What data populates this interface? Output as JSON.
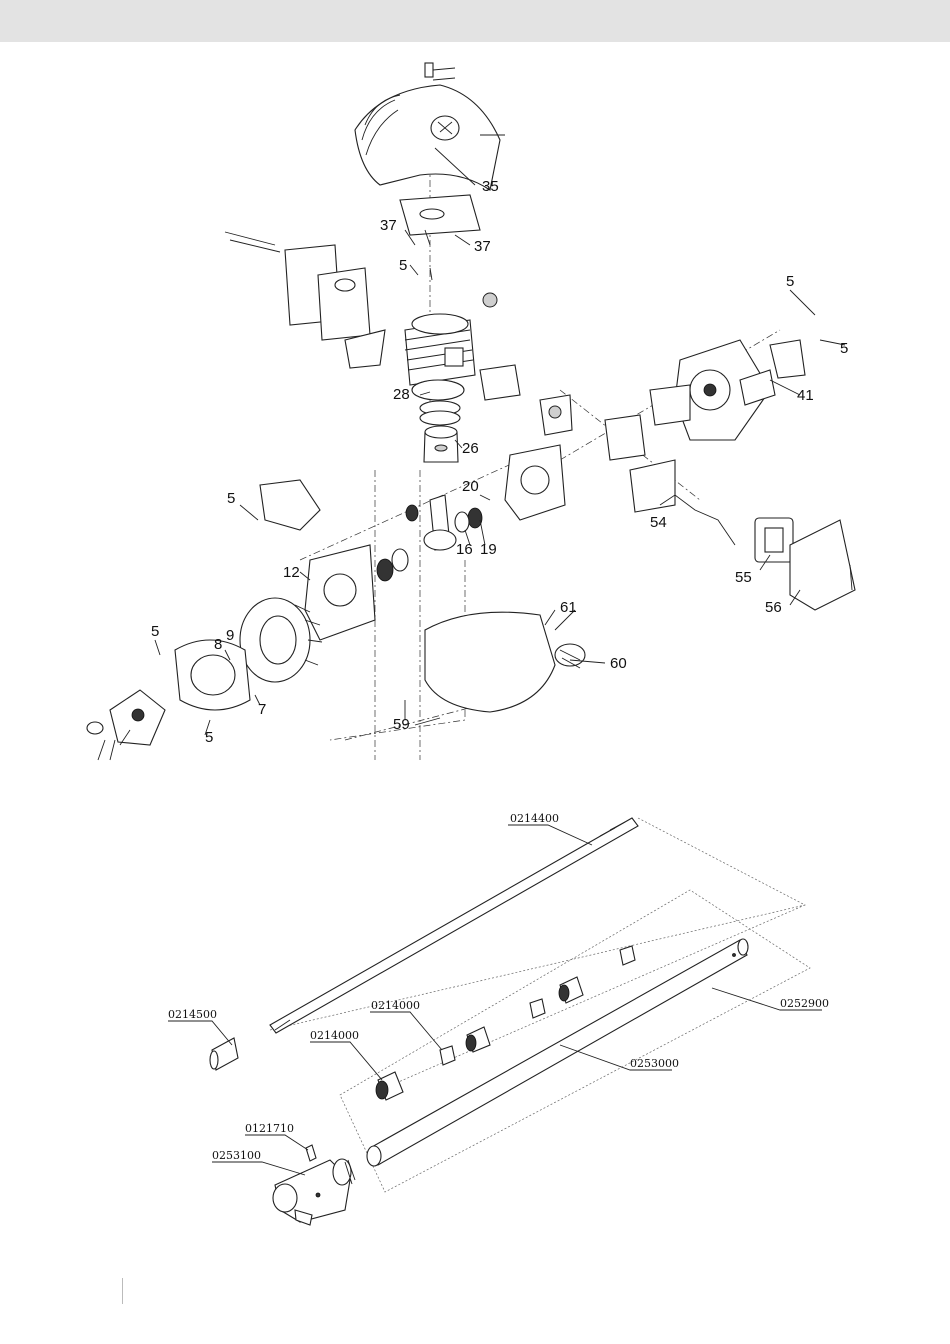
{
  "engine_labels": [
    "35",
    "37",
    "37",
    "5",
    "5",
    "5",
    "28",
    "26",
    "41",
    "20",
    "16",
    "19",
    "5",
    "54",
    "12",
    "55",
    "56",
    "8",
    "9",
    "5",
    "61",
    "60",
    "7",
    "5",
    "59"
  ],
  "shaft_labels": [
    "0214400",
    "0214500",
    "0214000",
    "0214000",
    "0252900",
    "0253000",
    "0121710",
    "0253100"
  ]
}
